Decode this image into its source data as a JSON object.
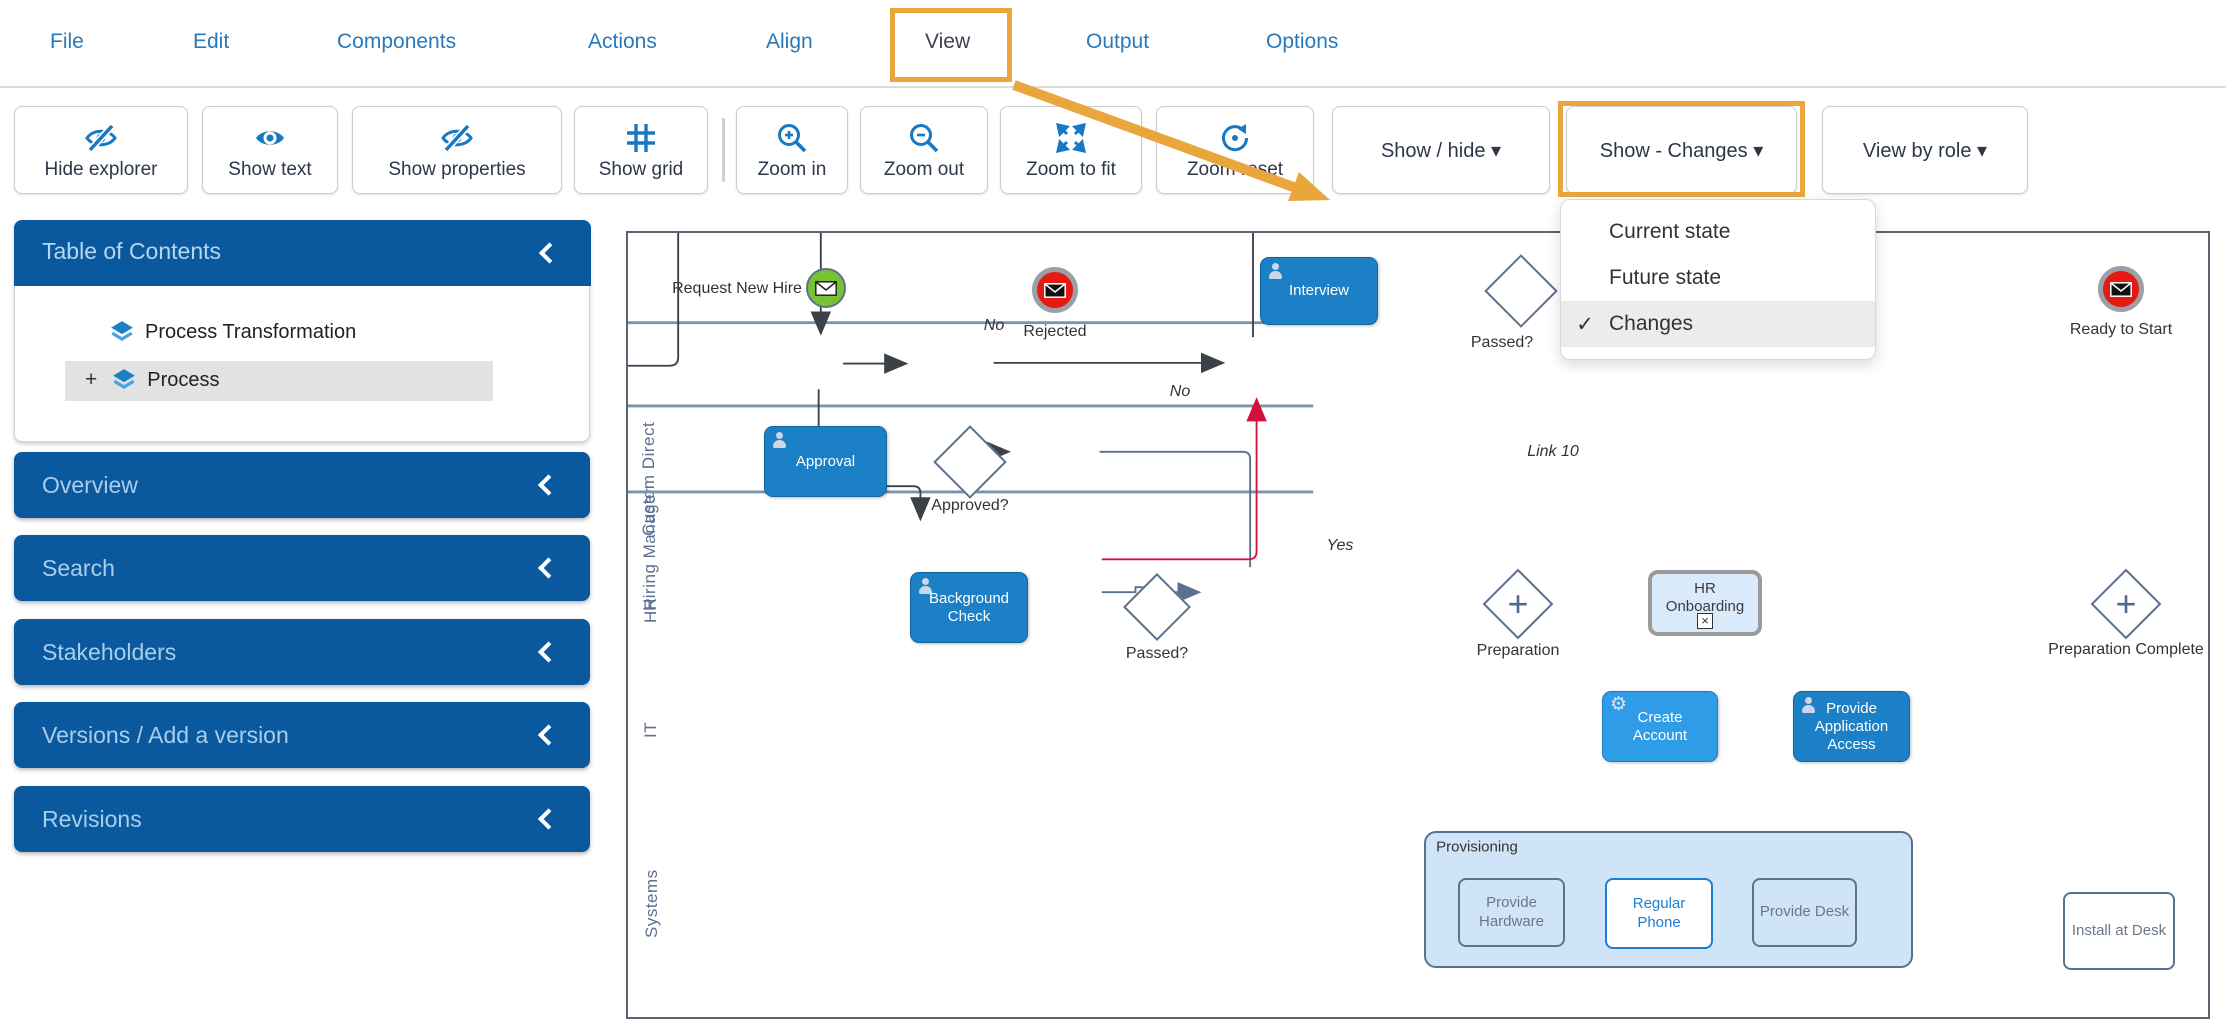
{
  "menu": {
    "items": [
      {
        "label": "File"
      },
      {
        "label": "Edit"
      },
      {
        "label": "Components"
      },
      {
        "label": "Actions"
      },
      {
        "label": "Align"
      },
      {
        "label": "View"
      },
      {
        "label": "Output"
      },
      {
        "label": "Options"
      }
    ]
  },
  "toolbar": {
    "buttons": [
      {
        "label": "Hide explorer",
        "icon": "eye-off"
      },
      {
        "label": "Show text",
        "icon": "eye"
      },
      {
        "label": "Show properties",
        "icon": "eye-off"
      },
      {
        "label": "Show grid",
        "icon": "grid"
      },
      {
        "label": "Zoom in",
        "icon": "zoom-in"
      },
      {
        "label": "Zoom out",
        "icon": "zoom-out"
      },
      {
        "label": "Zoom to fit",
        "icon": "expand"
      },
      {
        "label": "Zoom reset",
        "icon": "reset"
      }
    ],
    "show_hide_label": "Show / hide",
    "show_changes_label": "Show - Changes",
    "view_by_role_label": "View by role"
  },
  "dropdown_menu": {
    "items": [
      {
        "label": "Current state",
        "check": ""
      },
      {
        "label": "Future state",
        "check": ""
      },
      {
        "label": "Changes",
        "check": "✓"
      }
    ]
  },
  "sidebar": {
    "toc": {
      "title": "Table of Contents",
      "root_item": "Process Transformation",
      "child_item": "Process",
      "expand_glyph": "+"
    },
    "panels": [
      {
        "label": "Overview"
      },
      {
        "label": "Search"
      },
      {
        "label": "Stakeholders"
      },
      {
        "label": "Versions / Add a version"
      },
      {
        "label": "Revisions"
      }
    ]
  },
  "diagram": {
    "lanes": [
      {
        "label": "Hiring Manager"
      },
      {
        "label": "Custom Direct"
      },
      {
        "label": "HR"
      },
      {
        "label": "IT"
      },
      {
        "label": "Systems"
      }
    ],
    "nodes": {
      "start_event": "Request New Hire",
      "rejected_event": "Rejected",
      "ready_event": "Ready to Start",
      "interview": "Interview",
      "approval": "Approval",
      "background_check": "Background Check",
      "hr_onboarding": "HR Onboarding",
      "create_account": "Create Account",
      "provide_app_access": "Provide Application Access",
      "install_at_desk": "Install at Desk",
      "provisioning": "Provisioning",
      "provide_hardware": "Provide Hardware",
      "regular_phone": "Regular Phone",
      "provide_desk": "Provide Desk",
      "gw_approved": "Approved?",
      "gw_passed_hr": "Passed?",
      "gw_passed_hm": "Passed?",
      "gw_preparation": "Preparation",
      "gw_prep_complete": "Preparation Complete"
    },
    "edge_labels": {
      "no1": "No",
      "no2": "No",
      "yes": "Yes",
      "link10": "Link 10"
    }
  },
  "glyphs": {
    "caret": "▾",
    "check": "✓",
    "gateway_plus": "+",
    "x_mark": "×",
    "gear": "⚙"
  },
  "colors": {
    "accent_orange": "#e9a63d",
    "menu_blue": "#2a79b8",
    "icon_blue": "#1779c4",
    "sidebar_blue": "#0a599e",
    "task_blue": "#1b80c5",
    "task_light_blue": "#2f9ce8",
    "event_green": "#76c332",
    "event_red": "#e41b13",
    "change_red": "#d6103c",
    "container_blue": "#cfe4f7",
    "connector_dark": "#3b4148",
    "connector_slate": "#5a718e"
  }
}
